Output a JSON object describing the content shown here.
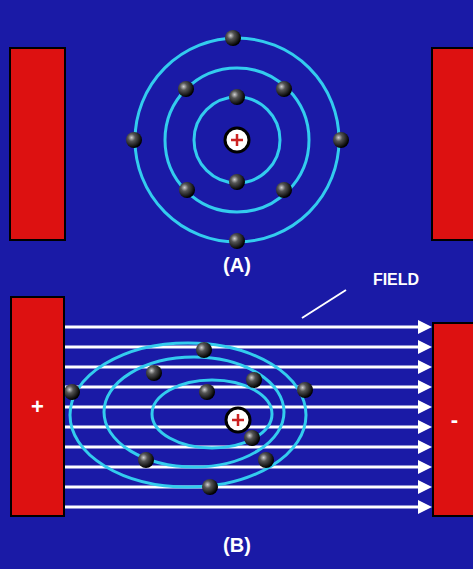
{
  "diagram": {
    "nodes": [
      {
        "text": [
          "+"
        ]
      },
      {
        "text": [
          "-"
        ]
      }
    ],
    "edges": [
      {
        "from": 0,
        "to": 1,
        "arrow": "to"
      },
      {
        "from": 0,
        "to": 1,
        "arrow": "to"
      },
      {
        "from": 0,
        "to": 1,
        "arrow": "to"
      },
      {
        "from": 0,
        "to": 1,
        "arrow": "to"
      },
      {
        "from": 0,
        "to": 1,
        "arrow": "to"
      },
      {
        "from": 0,
        "to": 1,
        "arrow": "to"
      },
      {
        "from": 0,
        "to": 1,
        "arrow": "to"
      },
      {
        "from": 0,
        "to": 1,
        "arrow": "to"
      },
      {
        "from": 0,
        "to": 1,
        "arrow": "to"
      },
      {
        "from": 0,
        "to": 1,
        "arrow": "to"
      }
    ],
    "labels": [
      "(A)",
      "FIELD",
      "(B)"
    ]
  }
}
